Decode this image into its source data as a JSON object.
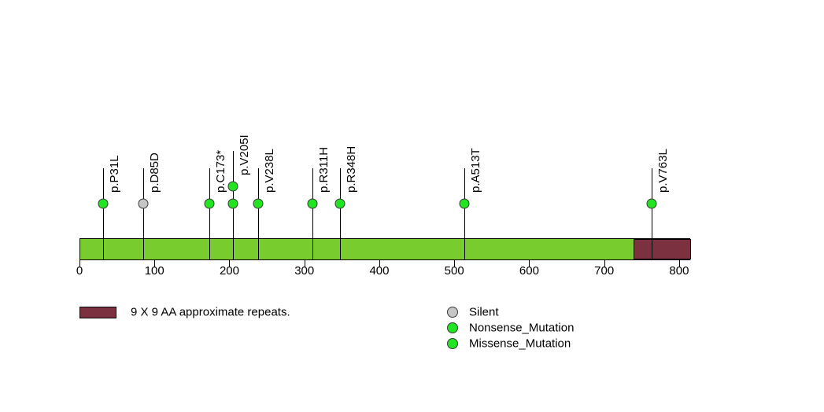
{
  "chart_data": {
    "type": "lollipop",
    "title": "",
    "xlabel": "",
    "ylabel": "",
    "xlim": [
      0,
      815
    ],
    "axis_ticks": [
      0,
      100,
      200,
      300,
      400,
      500,
      600,
      700,
      800
    ],
    "protein_length": 815,
    "backbone_color": "#79cc2e",
    "domains": [
      {
        "name": "9 X 9 AA approximate repeats.",
        "start": 738,
        "end": 815,
        "color": "#7b3140"
      }
    ],
    "mutations": [
      {
        "label": "p.P31L",
        "position": 31,
        "type": "Missense_Mutation",
        "count": 1,
        "color": "#22e522"
      },
      {
        "label": "p.D85D",
        "position": 85,
        "type": "Silent",
        "count": 1,
        "color": "#c6c6c6"
      },
      {
        "label": "p.C173*",
        "position": 173,
        "type": "Nonsense_Mutation",
        "count": 1,
        "color": "#22e522"
      },
      {
        "label": "p.V205I",
        "position": 205,
        "type": "Missense_Mutation",
        "count": 2,
        "color": "#22e522"
      },
      {
        "label": "p.V238L",
        "position": 238,
        "type": "Missense_Mutation",
        "count": 1,
        "color": "#22e522"
      },
      {
        "label": "p.R311H",
        "position": 311,
        "type": "Missense_Mutation",
        "count": 1,
        "color": "#22e522"
      },
      {
        "label": "p.R348H",
        "position": 348,
        "type": "Missense_Mutation",
        "count": 1,
        "color": "#22e522"
      },
      {
        "label": "p.A513T",
        "position": 513,
        "type": "Missense_Mutation",
        "count": 1,
        "color": "#22e522"
      },
      {
        "label": "p.V763L",
        "position": 763,
        "type": "Missense_Mutation",
        "count": 1,
        "color": "#22e522"
      }
    ],
    "legend_position": "bottom"
  },
  "domain_legend": {
    "items": [
      {
        "label": "9 X 9 AA approximate repeats.",
        "color": "#7b3140"
      }
    ]
  },
  "mutation_legend": {
    "items": [
      {
        "label": "Silent",
        "color": "#c6c6c6"
      },
      {
        "label": "Nonsense_Mutation",
        "color": "#22e522"
      },
      {
        "label": "Missense_Mutation",
        "color": "#22e522"
      }
    ]
  }
}
